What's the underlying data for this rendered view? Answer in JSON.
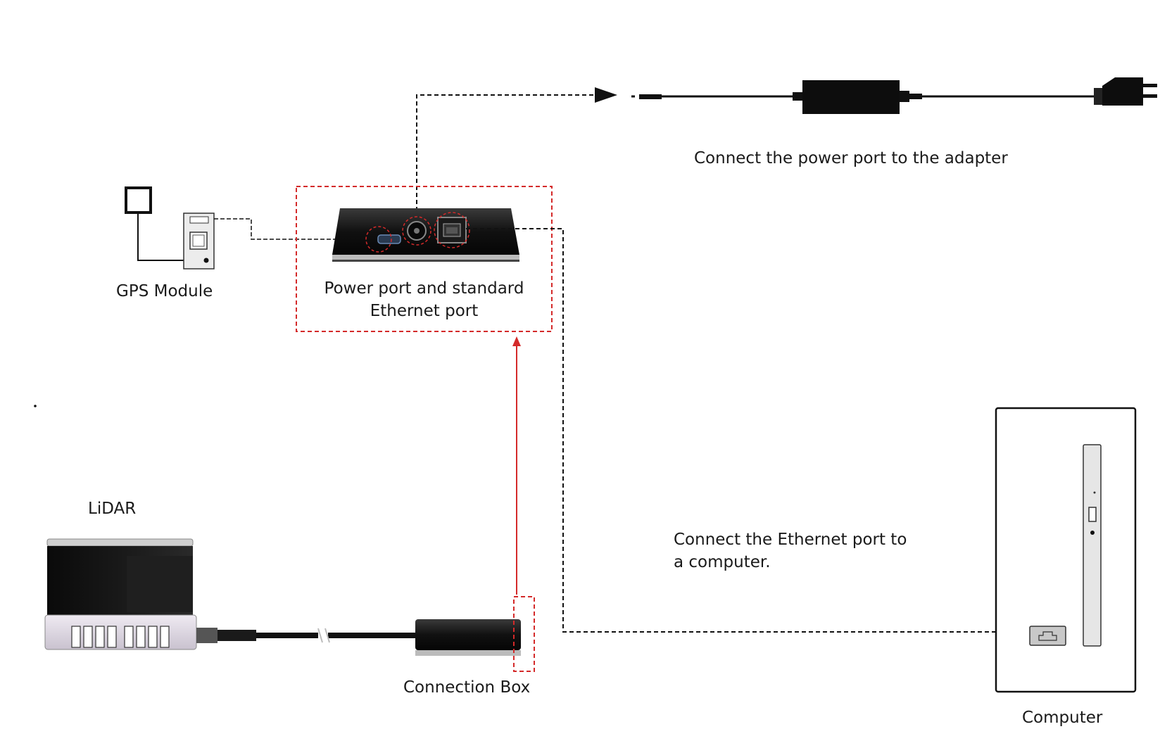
{
  "labels": {
    "power_adapter": "Connect the power port to the adapter",
    "gps_module": "GPS Module",
    "ports_line1": "Power port and standard",
    "ports_line2": "Ethernet port",
    "lidar": "LiDAR",
    "ethernet_line1": "Connect the Ethernet port to",
    "ethernet_line2": "a computer.",
    "connection_box": "Connection Box",
    "computer": "Computer"
  },
  "colors": {
    "highlight": "#d42a2a",
    "line": "#111111",
    "device_dark": "#151515",
    "lidar_ring": "#d9d3de"
  }
}
